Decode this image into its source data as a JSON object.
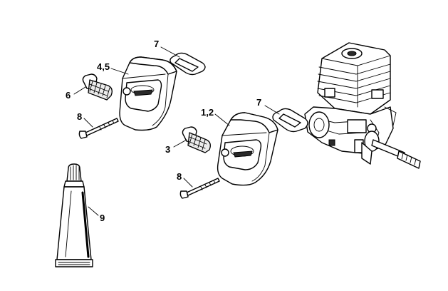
{
  "callouts": [
    {
      "id": "c7a",
      "text": "7"
    },
    {
      "id": "c45",
      "text": "4,5"
    },
    {
      "id": "c6",
      "text": "6"
    },
    {
      "id": "c8a",
      "text": "8"
    },
    {
      "id": "c12",
      "text": "1,2"
    },
    {
      "id": "c7b",
      "text": "7"
    },
    {
      "id": "c3",
      "text": "3"
    },
    {
      "id": "c8b",
      "text": "8"
    },
    {
      "id": "c9",
      "text": "9"
    }
  ]
}
